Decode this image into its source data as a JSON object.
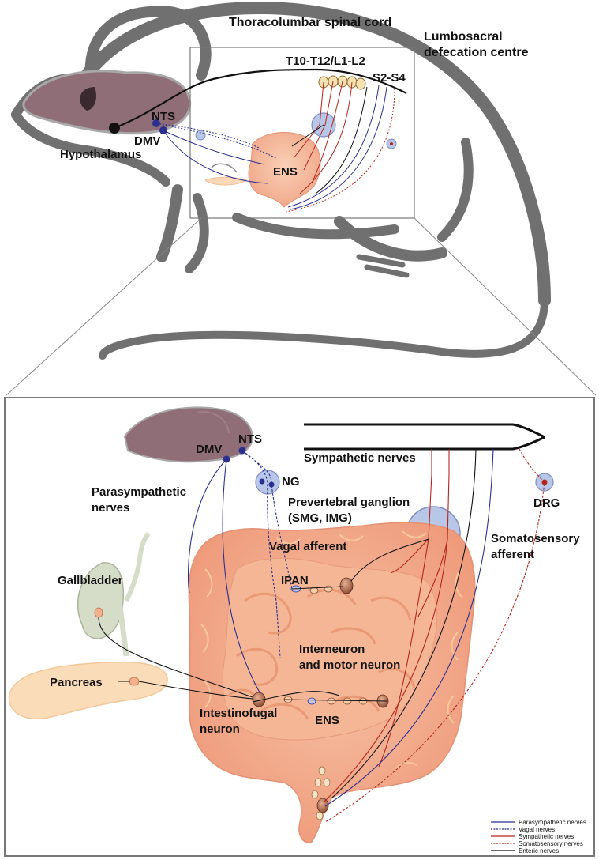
{
  "top_panel": {
    "labels": {
      "spinal_cord": "Thoracolumbar spinal cord",
      "lumbosacral_1": "Lumbosacral",
      "lumbosacral_2": "defecation centre",
      "segments_thoracolumbar": "T10-T12/L1-L2",
      "segments_sacral": "S2-S4",
      "nts": "NTS",
      "dmv": "DMV",
      "hypothalamus": "Hypothalamus",
      "ens": "ENS"
    }
  },
  "bottom_panel": {
    "labels": {
      "dmv": "DMV",
      "nts": "NTS",
      "ng": "NG",
      "sympathetic_nerves": "Sympathetic nerves",
      "parasympathetic_1": "Parasympathetic",
      "parasympathetic_2": "nerves",
      "prevertebral_1": "Prevertebral ganglion",
      "prevertebral_2": "(SMG, IMG)",
      "drg": "DRG",
      "vagal_afferent": "Vagal afferent",
      "somatosensory_1": "Somatosensory",
      "somatosensory_2": "afferent",
      "gallbladder": "Gallbladder",
      "ipan": "IPAN",
      "interneuron_1": "Interneuron",
      "interneuron_2": "and motor neuron",
      "pancreas": "Pancreas",
      "intestinofugal_1": "Intestinofugal",
      "intestinofugal_2": "neuron",
      "ens": "ENS"
    },
    "legend": [
      {
        "label": "Parasympathetic nerves",
        "color": "#2b2f8f",
        "dashed": false
      },
      {
        "label": "Vagal nerves",
        "color": "#2b2f8f",
        "dashed": true
      },
      {
        "label": "Sympathetic nerves",
        "color": "#b3261e",
        "dashed": false
      },
      {
        "label": "Somatosensory nerves",
        "color": "#b3261e",
        "dashed": true
      },
      {
        "label": "Enteric nerves",
        "color": "#111111",
        "dashed": false
      }
    ]
  }
}
